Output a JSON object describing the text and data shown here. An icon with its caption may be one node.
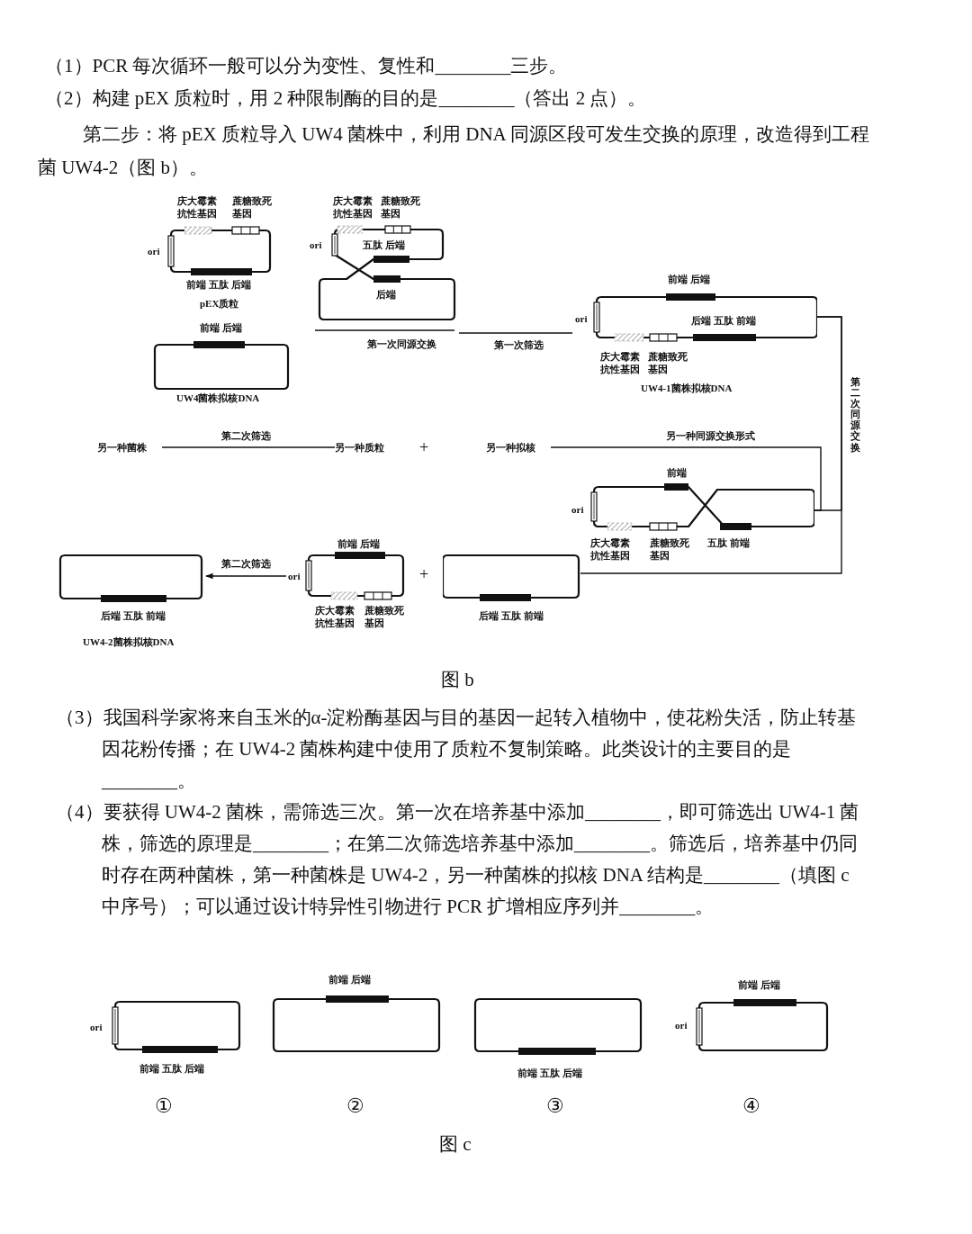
{
  "diagram": {
    "nodes": [
      {
        "text": [
          "庆大霉素抗性基因",
          "蔗糖致死基因",
          "ori",
          "前端 五肽 后端",
          "pEX质粒"
        ]
      },
      {
        "text": [
          "前端 后端",
          "UW4菌株拟核DNA"
        ]
      },
      {
        "text": [
          "庆大霉素抗性基因",
          "蔗糖致死基因",
          "ori",
          "五肽 后端",
          "后端"
        ],
        "beside": [
          "第一次同源交换"
        ]
      },
      {
        "text": [
          "前端 后端",
          "ori",
          "后端 五肽 前端",
          "庆大霉素抗性基因",
          "蔗糖致死基因",
          "UW4-1菌株拟核DNA"
        ]
      },
      {
        "text": [
          "前端",
          "ori",
          "庆大霉素抗性基因",
          "蔗糖致死基因",
          "五肽 前端"
        ]
      },
      {
        "text": [
          "另一种拟核"
        ]
      },
      {
        "text": [
          "另一种质粒"
        ]
      },
      {
        "text": [
          "另一种菌株"
        ]
      },
      {
        "text": [
          "前端 后端",
          "ori",
          "庆大霉素抗性基因",
          "蔗糖致死基因"
        ]
      },
      {
        "text": [
          "后端 五肽 前端"
        ]
      },
      {
        "text": [
          "后端 五肽 前端",
          "UW4-2菌株拟核DNA"
        ]
      },
      {
        "text": [
          "ori",
          "前端 五肽 后端"
        ],
        "beside": [
          "①"
        ]
      },
      {
        "text": [
          "前端 后端"
        ],
        "beside": [
          "②"
        ]
      },
      {
        "text": [
          "前端 五肽 后端"
        ],
        "beside": [
          "③"
        ]
      },
      {
        "text": [
          "前端 后端",
          "ori"
        ],
        "beside": [
          "④"
        ]
      }
    ],
    "edges": [
      {
        "from": 2,
        "to": 3,
        "arrow": "none",
        "label": "第一次筛选"
      },
      {
        "from": 3,
        "to": 4,
        "arrow": "none",
        "label": "第二次同源交换"
      },
      {
        "from": 4,
        "to": 5,
        "arrow": "none",
        "label": "另一种同源交换形式"
      },
      {
        "from": 3,
        "to": 9,
        "arrow": "none"
      },
      {
        "from": 6,
        "to": 7,
        "arrow": "none",
        "label": "第二次筛选"
      },
      {
        "from": 8,
        "to": 10,
        "arrow": "to",
        "label": "第二次筛选"
      }
    ],
    "labels": [
      "（1）PCR 每次循环一般可以分为变性、复性和________三步。",
      "（2）构建 pEX 质粒时，用 2 种限制酶的目的是________（答出 2 点）。",
      "第二步：将 pEX 质粒导入 UW4 菌株中，利用 DNA 同源区段可发生交换的原理，改造得到工程菌 UW4-2（图 b）。",
      "+",
      "+",
      "图 b",
      "（3）我国科学家将来自玉米的α-淀粉酶基因与目的基因一起转入植物中，使花粉失活，防止转基因花粉传播；在 UW4-2 菌株构建中使用了质粒不复制策略。此类设计的主要目的是________。",
      "（4）要获得 UW4-2 菌株，需筛选三次。第一次在培养基中添加________，即可筛选出 UW4-1 菌株，筛选的原理是________；在第二次筛选培养基中添加________。筛选后，培养基中仍同时存在两种菌株，第一种菌株是 UW4-2，另一种菌株的拟核 DNA 结构是________（填图 c 中序号）；可以通过设计特异性引物进行 PCR 扩增相应序列并________。",
      "图 c"
    ]
  }
}
